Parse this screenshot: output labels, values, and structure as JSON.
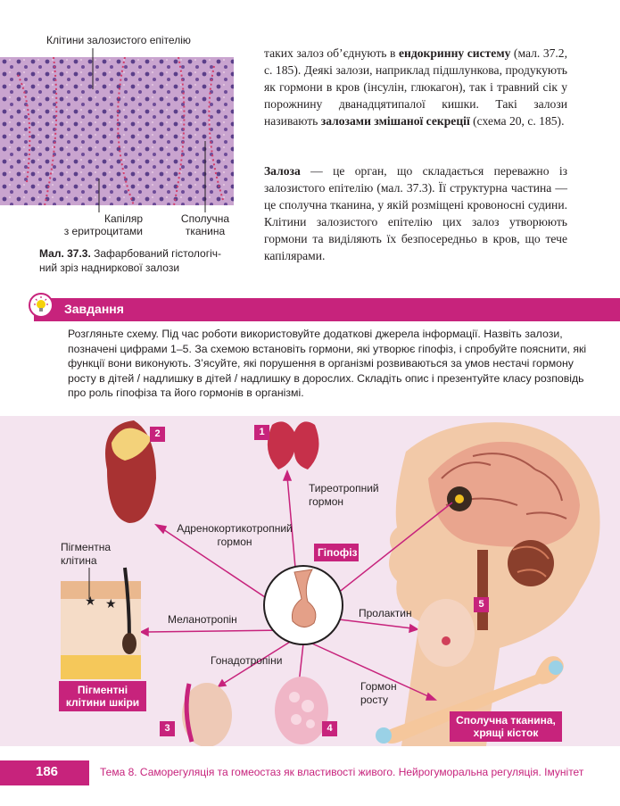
{
  "figure": {
    "label_top": "Клітини залозистого епітелію",
    "label_capillary": "Капіляр\nз еритроцитами",
    "label_connective": "Сполучна\nтканина",
    "caption_bold": "Мал. 37.3.",
    "caption_text": " Зафарбований гістологіч-\nний зріз надниркової залози"
  },
  "paragraph1": {
    "t1": "таких залоз об’єднують в ",
    "b1": "ендокринну систему",
    "t2": " (мал. 37.2, с. 185). Деякі залози, наприклад підшлункова, продукують як гормони в кров (інсулін, глюкагон), так і травний сік у порожнину дванадцятипалої кишки. Такі залози називають ",
    "b2": "залозами змішаної секреції",
    "t3": " (схема 20, с. 185)."
  },
  "paragraph2": {
    "b1": "Залоза",
    "t1": " — це орган, що складається переважно із залозистого епітелію (мал. 37.3). Її структурна частина — це сполучна тканина, у якій розміщені кровоносні судини. Клітини залозистого епітелію цих залоз утворюють гормони та виділяють їх безпосередньо в кров, що тече капілярами."
  },
  "task": {
    "title": "Завдання",
    "text": "Розгляньте схему. Під час роботи використовуйте додаткові джерела інформації. Назвіть залози, позначені цифрами 1–5. За схемою встановіть гормони, які утворює гіпофіз, і спробуйте пояснити, які функції вони виконують. З’ясуйте, які порушення в організмі розвиваються за умов нестачі гормону росту в дітей / надлишку в дітей / надлишку в дорослих. Складіть опис і презентуйте класу розповідь про роль гіпофіза та його гормонів в організмі."
  },
  "scheme": {
    "numbers": [
      "1",
      "2",
      "3",
      "4",
      "5"
    ],
    "center": "Гіпофіз",
    "hormones": {
      "thyrotropic": "Тиреотропний\nгормон",
      "acth": "Адренокортикотропний\nгормон",
      "melanotropin": "Меланотропін",
      "prolactin": "Пролактин",
      "gonadotropins": "Гонадотропіни",
      "growth": "Гормон\nросту"
    },
    "pigment_cell": "Пігментна\nклітина",
    "skin_tag": "Пігментні\nклітини шкіри",
    "bone_tag": "Сполучна тканина,\nхрящі кісток"
  },
  "footer": {
    "page": "186",
    "text": "Тема 8. Саморегуляція та гомеостаз як властивості живого. Нейрогуморальна регуляція. Імунітет"
  },
  "colors": {
    "accent": "#c7237c",
    "scheme_bg": "#f4e4ef"
  }
}
